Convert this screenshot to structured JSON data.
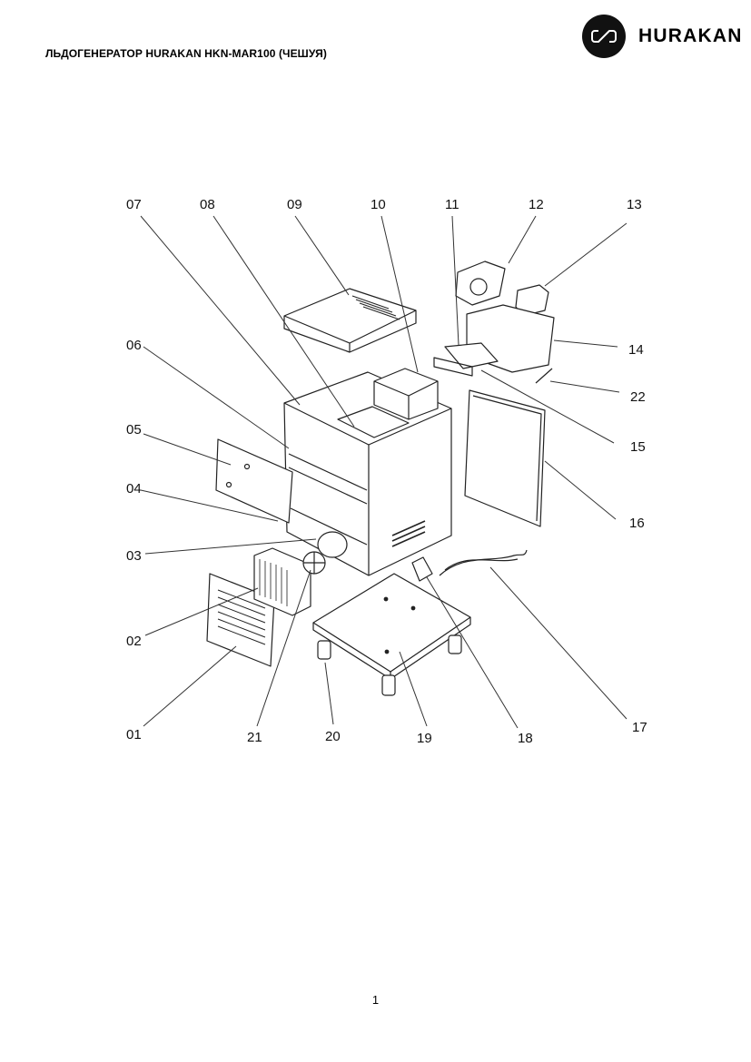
{
  "header": {
    "title": "ЛЬДОГЕНЕРАТОР HURAKAN HKN-MAR100 (ЧЕШУЯ)",
    "brand": "HURAKAN",
    "logo_icon": "hurakan-logo-icon"
  },
  "diagram": {
    "labels": {
      "p01": "01",
      "p02": "02",
      "p03": "03",
      "p04": "04",
      "p05": "05",
      "p06": "06",
      "p07": "07",
      "p08": "08",
      "p09": "09",
      "p10": "10",
      "p11": "11",
      "p12": "12",
      "p13": "13",
      "p14": "14",
      "p15": "15",
      "p16": "16",
      "p17": "17",
      "p18": "18",
      "p19": "19",
      "p20": "20",
      "p21": "21",
      "p22": "22"
    }
  },
  "footer": {
    "page_number": "1"
  }
}
